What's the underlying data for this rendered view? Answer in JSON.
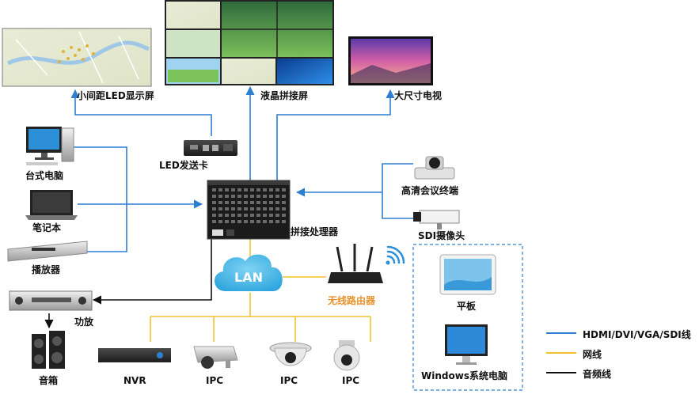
{
  "colors": {
    "video_line": "#2f7fd0",
    "network_line": "#f2c12e",
    "audio_line": "#111111",
    "router_label": "#e8912a",
    "lan_cloud": "#45b6e6",
    "dashed_box": "#2f7fd0"
  },
  "displays": {
    "led": "小间距LED显示屏",
    "lcd": "液晶拼接屏",
    "tv": "大尺寸电视"
  },
  "devices": {
    "led_card": "LED发送卡",
    "desktop": "台式电脑",
    "laptop": "笔记本",
    "player": "播放器",
    "amp": "功放",
    "speaker": "音箱",
    "processor": "拼接处理器",
    "hd_conf": "高清会议终端",
    "sdi_cam": "SDI摄像头",
    "router": "无线路由器",
    "tablet": "平板",
    "windows_pc": "Windows系统电脑",
    "nvr": "NVR",
    "ipc1": "IPC",
    "ipc2": "IPC",
    "ipc3": "IPC"
  },
  "lan": "LAN",
  "legend": [
    {
      "label": "HDMI/DVI/VGA/SDI线",
      "color": "#2f7fd0"
    },
    {
      "label": "网线",
      "color": "#f2c12e"
    },
    {
      "label": "音频线",
      "color": "#111111"
    }
  ]
}
